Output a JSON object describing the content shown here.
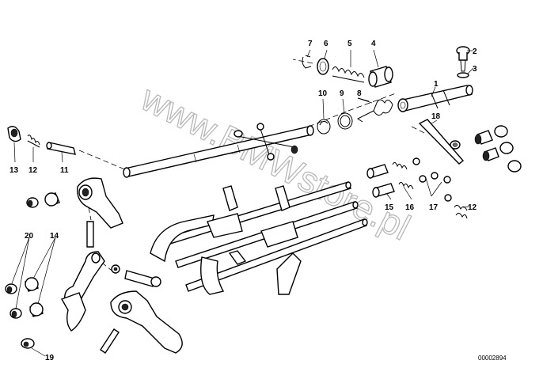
{
  "diagram": {
    "watermark": "www.BMWstore.pl",
    "reference_code": "00002894",
    "part_numbers": [
      {
        "id": "n1",
        "label": "1"
      },
      {
        "id": "n2",
        "label": "2"
      },
      {
        "id": "n3",
        "label": "3"
      },
      {
        "id": "n4",
        "label": "4"
      },
      {
        "id": "n5",
        "label": "5"
      },
      {
        "id": "n6",
        "label": "6"
      },
      {
        "id": "n7",
        "label": "7"
      },
      {
        "id": "n8",
        "label": "8"
      },
      {
        "id": "n9",
        "label": "9"
      },
      {
        "id": "n10",
        "label": "10"
      },
      {
        "id": "n11",
        "label": "11"
      },
      {
        "id": "n12a",
        "label": "12"
      },
      {
        "id": "n12b",
        "label": "12"
      },
      {
        "id": "n13",
        "label": "13"
      },
      {
        "id": "n14",
        "label": "14"
      },
      {
        "id": "n15",
        "label": "15"
      },
      {
        "id": "n16",
        "label": "16"
      },
      {
        "id": "n17",
        "label": "17"
      },
      {
        "id": "n18",
        "label": "18"
      },
      {
        "id": "n19",
        "label": "19"
      },
      {
        "id": "n20",
        "label": "20"
      }
    ]
  }
}
